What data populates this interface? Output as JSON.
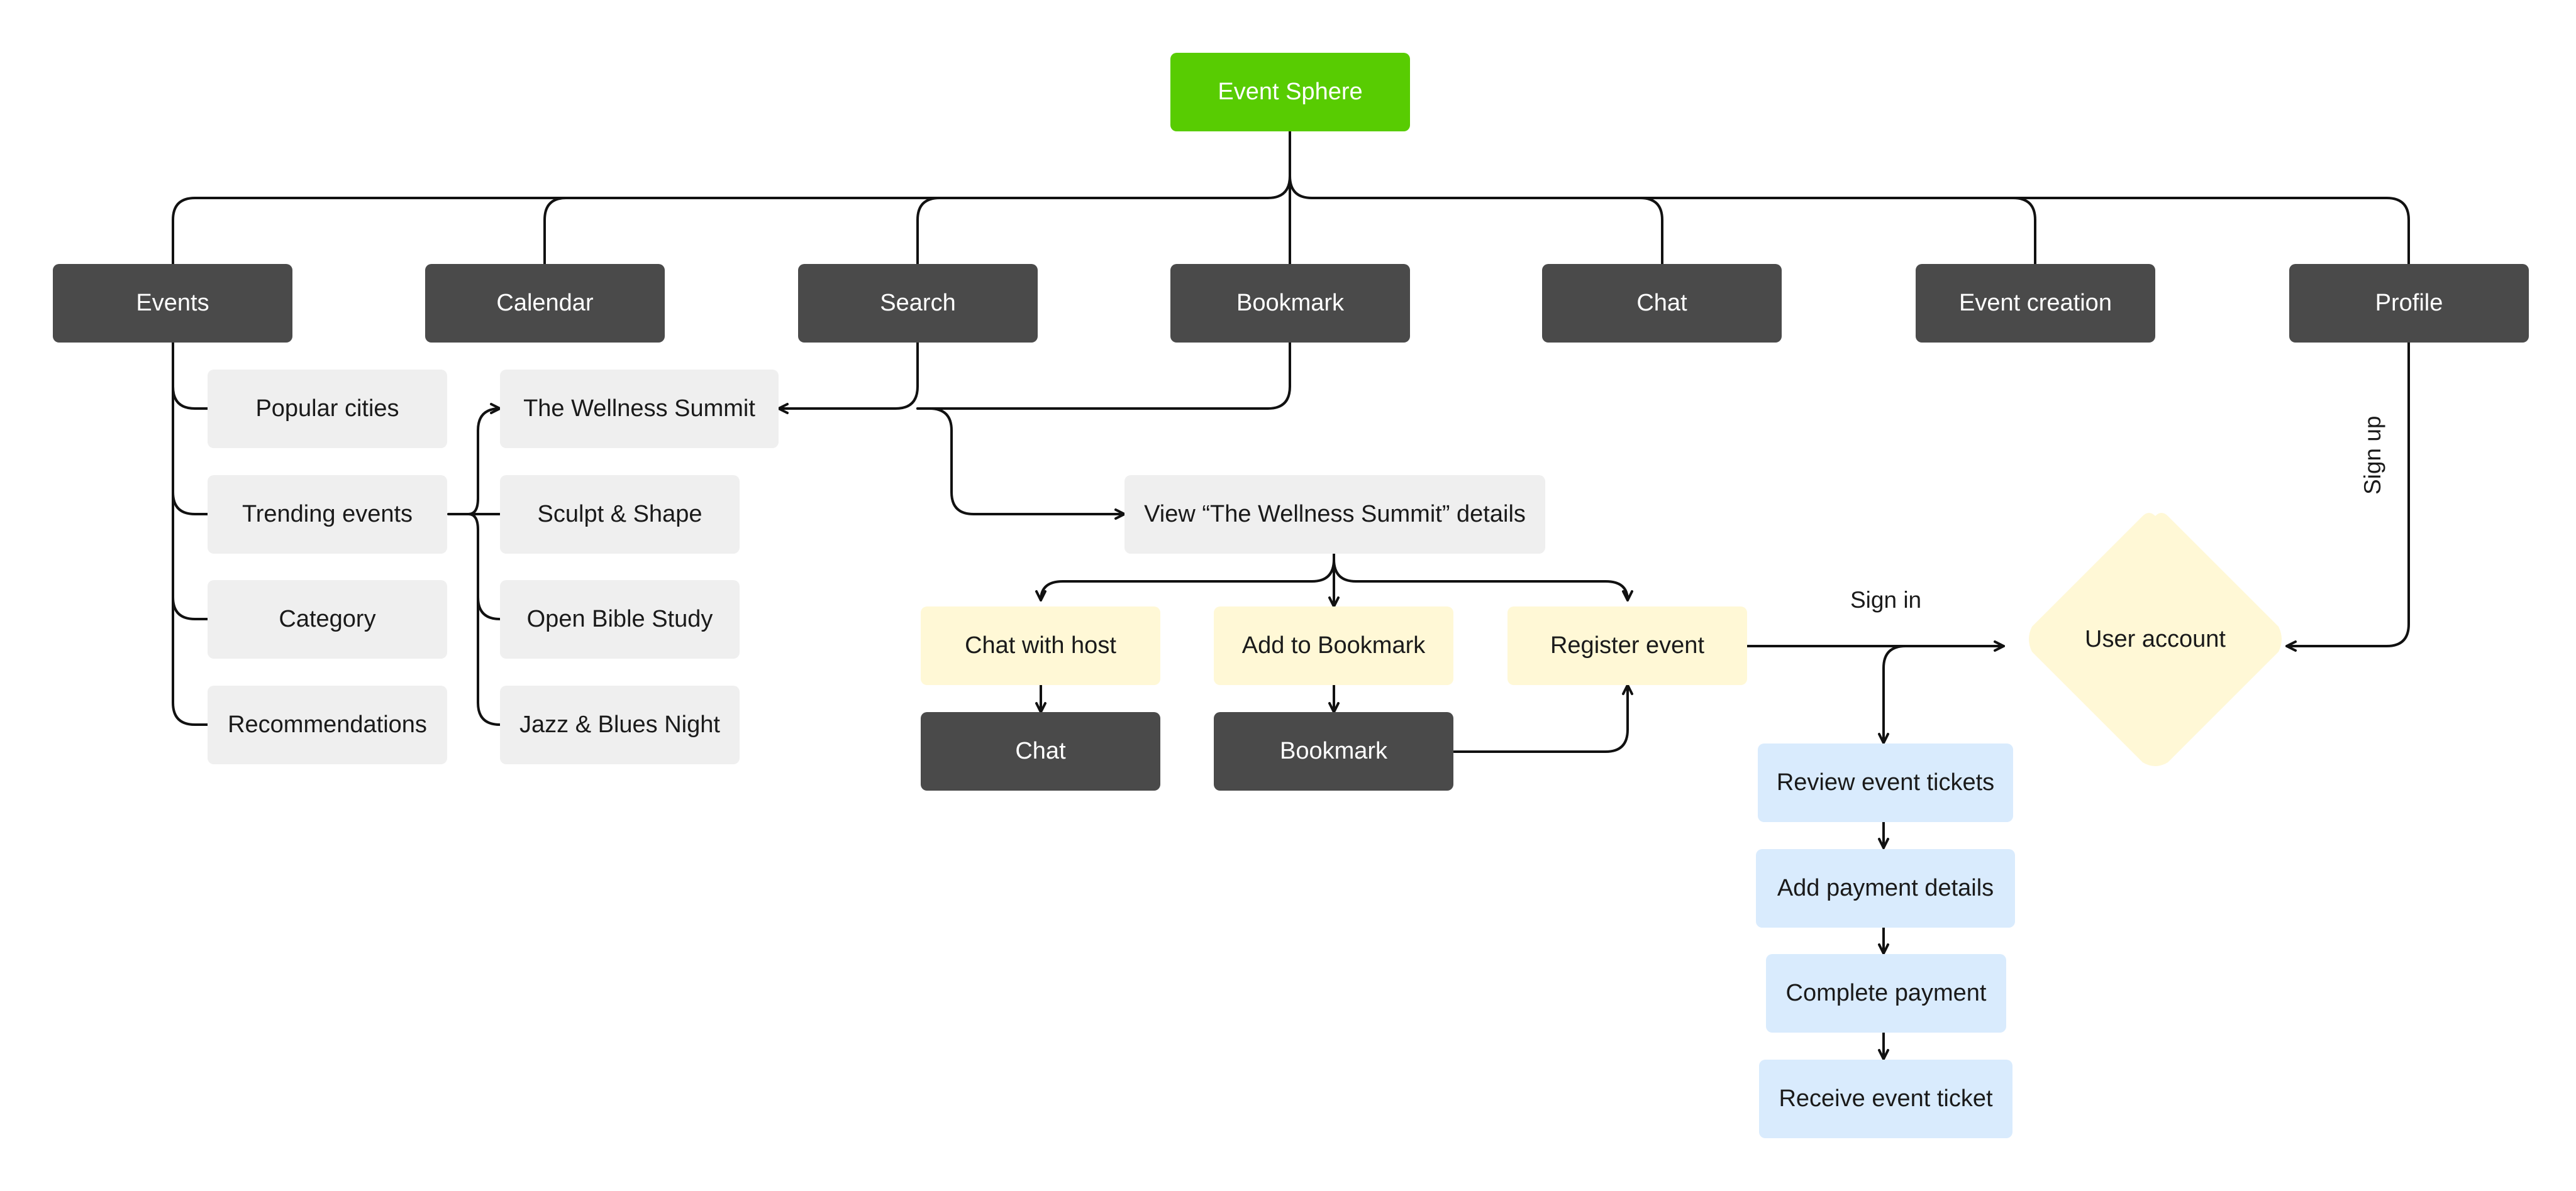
{
  "title": "Event Sphere",
  "nav": {
    "events": "Events",
    "calendar": "Calendar",
    "search": "Search",
    "bookmark": "Bookmark",
    "chat": "Chat",
    "event_creation": "Event creation",
    "profile": "Profile"
  },
  "events_children": {
    "popular_cities": "Popular cities",
    "trending_events": "Trending events",
    "category": "Category",
    "recommendations": "Recommendations"
  },
  "trending_children": {
    "wellness_summit": "The Wellness Summit",
    "sculpt_shape": "Sculpt & Shape",
    "open_bible": "Open Bible Study",
    "jazz_blues": "Jazz & Blues Night"
  },
  "details": "View “The Wellness Summit” details",
  "actions": {
    "chat_with_host": "Chat with host",
    "add_to_bookmark": "Add to Bookmark",
    "register_event": "Register event"
  },
  "targets": {
    "chat": "Chat",
    "bookmark": "Bookmark"
  },
  "account": {
    "user_account": "User account",
    "sign_in": "Sign in",
    "sign_up": "Sign up"
  },
  "ticket_flow": {
    "review": "Review event tickets",
    "payment_details": "Add payment details",
    "complete_payment": "Complete payment",
    "receive_ticket": "Receive event ticket"
  },
  "colors": {
    "root": "#58cc02",
    "dark_node": "#4a4a4a",
    "light_node": "#efefef",
    "action_node": "#fff8d6",
    "flow_node": "#d9ebfd",
    "connector": "#111111"
  }
}
